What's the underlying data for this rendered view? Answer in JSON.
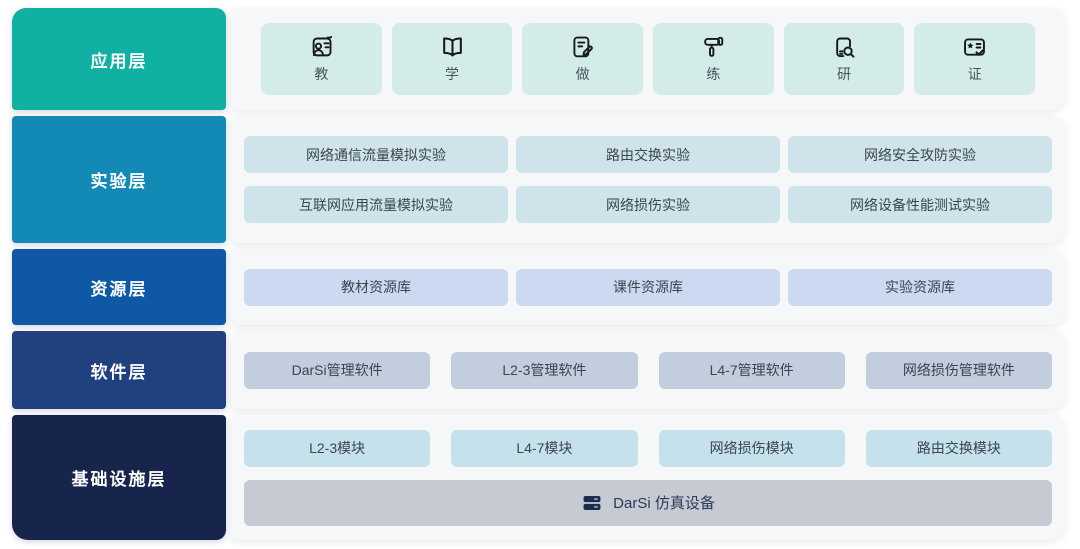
{
  "colors": {
    "application_layer": "#10B0A2",
    "experiment_layer": "#138AB6",
    "resource_layer": "#0F58A6",
    "software_layer": "#20407E",
    "infrastructure_layer": "#17254D",
    "app_item_bg": "#D3ECE7",
    "experiment_item_bg": "#CFE3EA",
    "resource_item_bg": "#CBD9F1",
    "software_item_bg": "#C2CEDD",
    "module_item_bg": "#C5E1EB",
    "device_bar_bg": "#C5CAD3",
    "panel_bg": "#F5F7F9"
  },
  "layers": [
    {
      "label": "应用层",
      "items": [
        {
          "label": "教",
          "icon": "teacher-board-icon"
        },
        {
          "label": "学",
          "icon": "open-book-icon"
        },
        {
          "label": "做",
          "icon": "edit-document-icon"
        },
        {
          "label": "练",
          "icon": "paint-roller-icon"
        },
        {
          "label": "研",
          "icon": "device-search-icon"
        },
        {
          "label": "证",
          "icon": "certificate-check-icon"
        }
      ]
    },
    {
      "label": "实验层",
      "rows": [
        [
          "网络通信流量模拟实验",
          "路由交换实验",
          "网络安全攻防实验"
        ],
        [
          "互联网应用流量模拟实验",
          "网络损伤实验",
          "网络设备性能测试实验"
        ]
      ]
    },
    {
      "label": "资源层",
      "items": [
        "教材资源库",
        "课件资源库",
        "实验资源库"
      ]
    },
    {
      "label": "软件层",
      "items": [
        "DarSi管理软件",
        "L2-3管理软件",
        "L4-7管理软件",
        "网络损伤管理软件"
      ]
    },
    {
      "label": "基础设施层",
      "items": [
        "L2-3模块",
        "L4-7模块",
        "网络损伤模块",
        "路由交换模块"
      ],
      "device_bar": {
        "label": "DarSi 仿真设备",
        "icon": "server-stack-icon"
      }
    }
  ]
}
